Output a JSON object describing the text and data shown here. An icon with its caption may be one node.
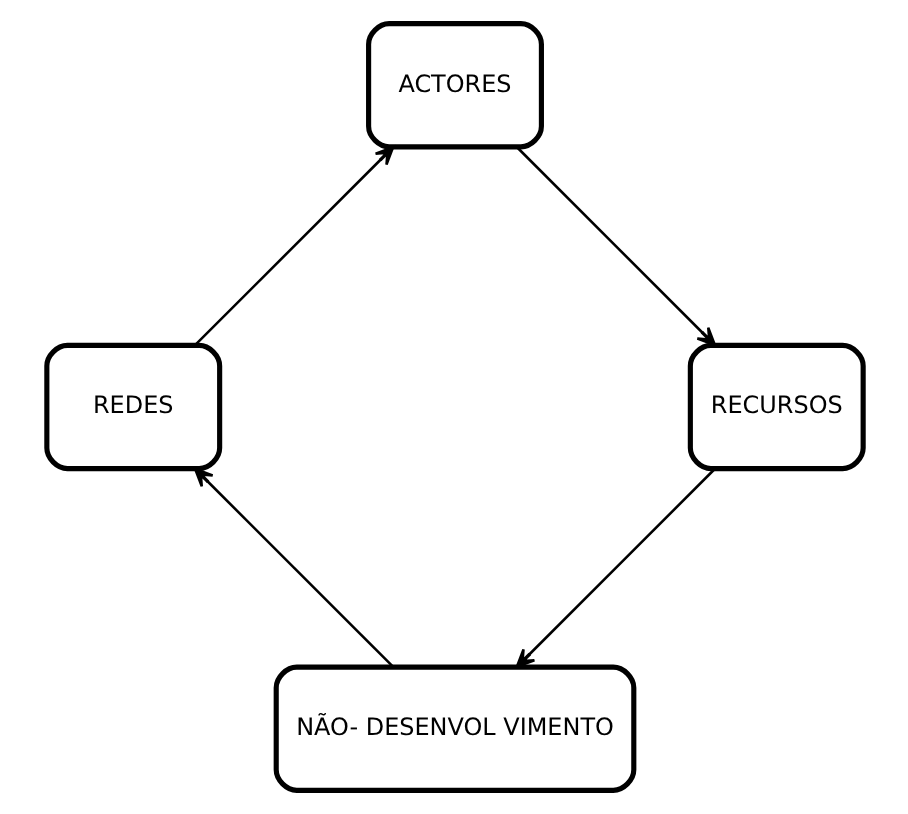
{
  "diagram": {
    "nodes": [
      {
        "text": [
          "NÃO- DESENVOL VIMENTO"
        ]
      },
      {
        "text": [
          "REDES"
        ]
      },
      {
        "text": [
          "ACTORES"
        ]
      },
      {
        "text": [
          "RECURSOS"
        ]
      }
    ],
    "edges": [
      {
        "from": 0,
        "to": 1,
        "arrow": "to"
      },
      {
        "from": 1,
        "to": 2,
        "arrow": "to"
      },
      {
        "from": 2,
        "to": 3,
        "arrow": "to"
      },
      {
        "from": 3,
        "to": 0,
        "arrow": "to"
      }
    ]
  }
}
